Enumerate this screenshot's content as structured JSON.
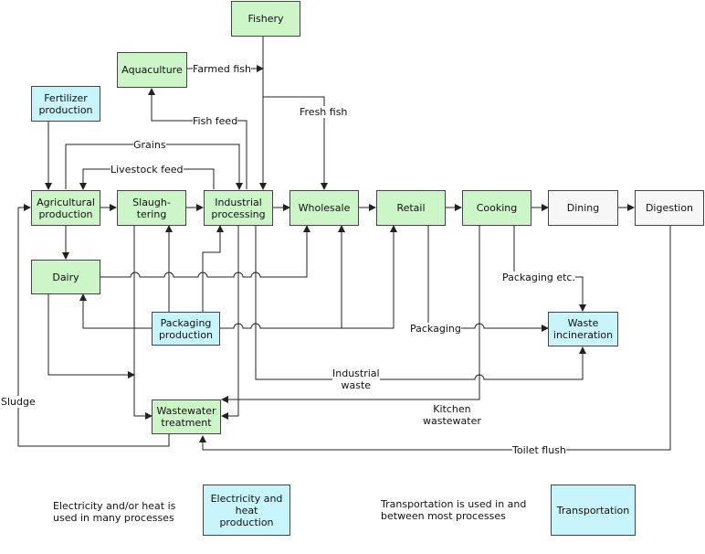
{
  "nodes": {
    "fishery": "Fishery",
    "aquaculture": "Aquaculture",
    "fertilizer": "Fertilizer\nproduction",
    "agricultural": "Agricultural\nproduction",
    "slaughtering": "Slaugh-\ntering",
    "industrial": "Industrial\nprocessing",
    "wholesale": "Wholesale",
    "retail": "Retail",
    "cooking": "Cooking",
    "dining": "Dining",
    "digestion": "Digestion",
    "dairy": "Dairy",
    "packaging": "Packaging\nproduction",
    "waste_incineration": "Waste\nincineration",
    "wastewater": "Wastewater\ntreatment",
    "electricity": "Electricity and\nheat\nproduction",
    "transportation": "Transportation"
  },
  "edge_labels": {
    "farmed_fish": "Farmed fish",
    "fish_feed": "Fish feed",
    "fresh_fish": "Fresh fish",
    "grains": "Grains",
    "livestock_feed": "Livestock feed",
    "packaging_etc": "Packaging etc.",
    "packaging": "Packaging",
    "industrial_waste": "Industrial\nwaste",
    "kitchen_wastewater": "Kitchen\nwastewater",
    "sludge": "Sludge",
    "toilet_flush": "Toilet flush"
  },
  "notes": {
    "electricity": "Electricity and/or heat is\nused in many processes",
    "transportation": "Transportation is used in and\nbetween most processes"
  },
  "colors": {
    "process_fill": "#ccf5c8",
    "supply_fill": "#c8f4fb",
    "consumer_fill": "#f7f7f7",
    "line": "#222222"
  }
}
